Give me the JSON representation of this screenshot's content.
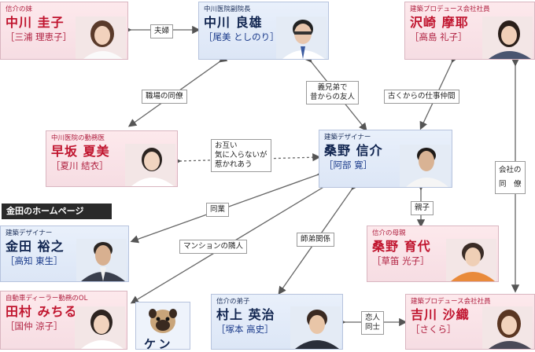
{
  "people": {
    "keiko": {
      "role": "信介の妹",
      "name": "中川 圭子",
      "actor": "［三浦 理恵子］"
    },
    "yoshio": {
      "role": "中川医院副院長",
      "name": "中川 良雄",
      "actor": "［尾美 としのり］"
    },
    "mayako": {
      "role": "建築プロデュース会社社員",
      "name": "沢崎 摩耶",
      "actor": "［高島 礼子］"
    },
    "natsumi": {
      "role": "中川医院の勤務医",
      "name": "早坂 夏美",
      "actor": "［夏川 結衣］"
    },
    "shinsuke": {
      "role": "建築デザイナー",
      "name": "桑野 信介",
      "actor": "［阿部 寛］"
    },
    "hiroyuki": {
      "role": "建築デザイナー",
      "name": "金田 裕之",
      "actor": "［高知 東生］"
    },
    "ikuyo": {
      "role": "信介の母親",
      "name": "桑野 育代",
      "actor": "［草笛 光子］"
    },
    "michiru": {
      "role": "自動車ディーラー勤務のOL",
      "name": "田村 みちる",
      "actor": "［国仲 涼子］"
    },
    "eiji": {
      "role": "信介の弟子",
      "name": "村上 英治",
      "actor": "［塚本 高史］"
    },
    "saori": {
      "role": "建築プロデュース会社社員",
      "name": "吉川 沙織",
      "actor": "［さくら］"
    }
  },
  "banner": "金田のホームページ",
  "dog": "ケン",
  "relations": {
    "fuufu": "夫婦",
    "shokuba": "職場の同僚",
    "gikyodai": [
      "義兄弟で",
      "昔からの友人"
    ],
    "shigoto": "古くからの仕事仲間",
    "otagai": [
      "お互い",
      "気に入らないが",
      "惹かれあう"
    ],
    "kaisha": [
      "会社の",
      "同　僚"
    ],
    "oyako": "親子",
    "dogyo": "同業",
    "mansion": "マンションの隣人",
    "shitei": "師弟関係",
    "koibito": [
      "恋人",
      "同士"
    ]
  }
}
